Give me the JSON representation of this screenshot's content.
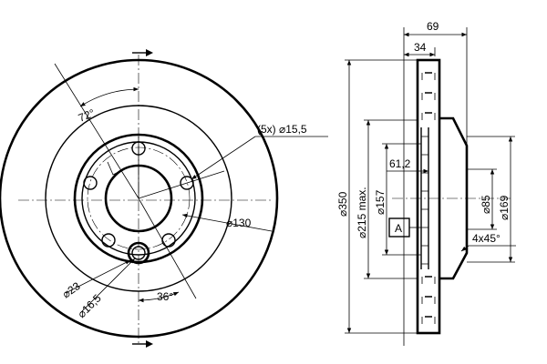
{
  "front_view": {
    "angle_top": "72°",
    "angle_bottom": "36°",
    "bolt_callout": "(5x) ⌀15,5",
    "pcd": "⌀130",
    "hole_small_a": "⌀23",
    "hole_small_b": "⌀16,5"
  },
  "side_view": {
    "width_total": "69",
    "width_hat": "34",
    "d_outer": "⌀350",
    "d_friction": "⌀215 max.",
    "d_hat": "⌀157",
    "d_bore": "⌀85",
    "d_hat_outer": "⌀169",
    "offset": "61,2",
    "chamfer": "4x45°",
    "datum": "A"
  }
}
